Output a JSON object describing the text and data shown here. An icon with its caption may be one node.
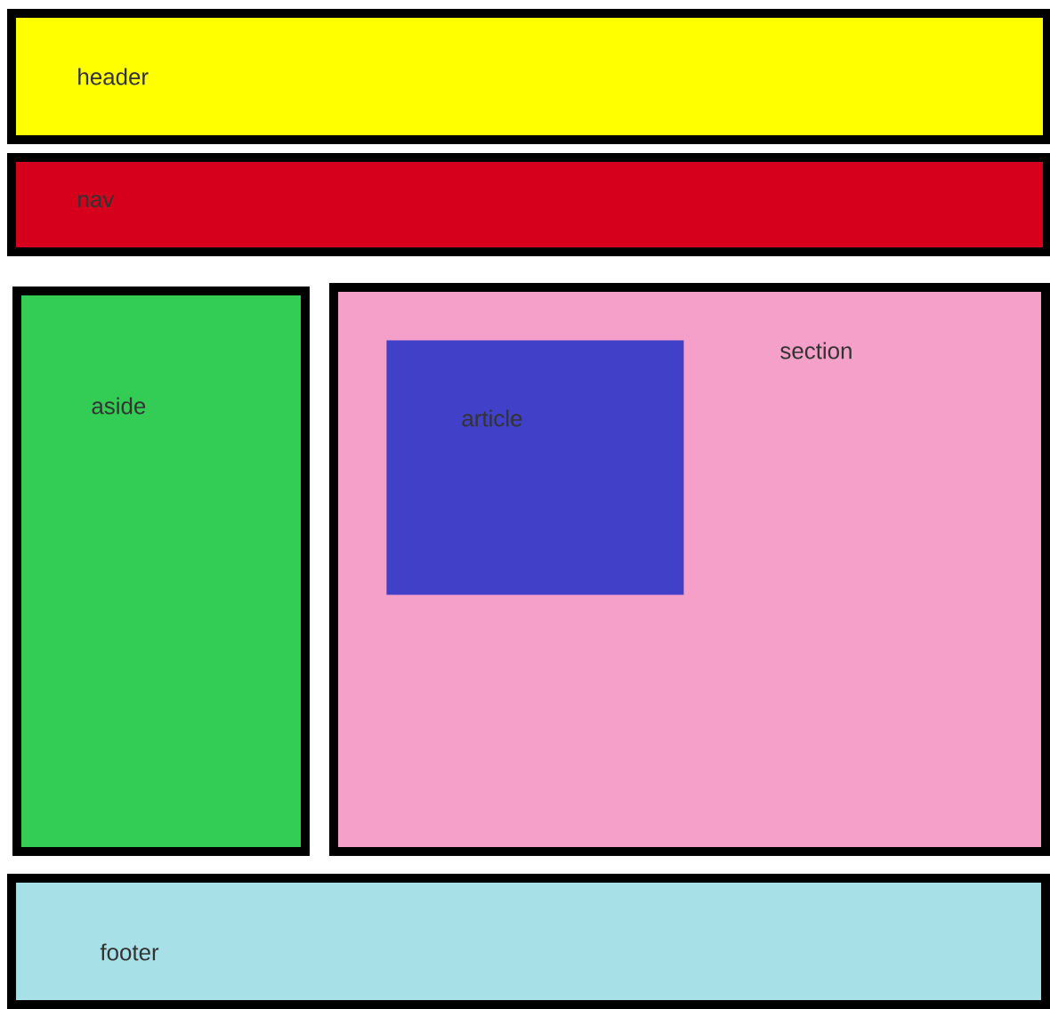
{
  "diagram": {
    "nodes": [
      {
        "text": [
          "header"
        ]
      },
      {
        "text": [
          "nav"
        ]
      },
      {
        "text": [
          "aside"
        ]
      },
      {
        "text": [
          "section"
        ]
      },
      {
        "text": [
          "article"
        ],
        "in": 3
      },
      {
        "text": [
          "footer"
        ]
      }
    ]
  }
}
